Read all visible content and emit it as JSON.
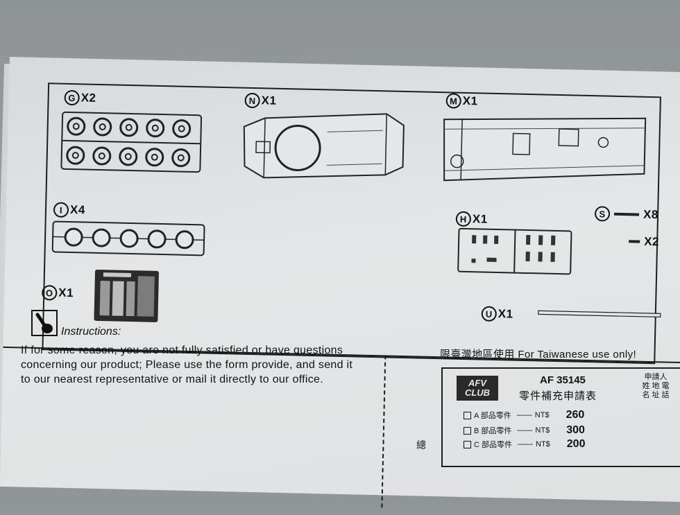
{
  "parts": {
    "g": {
      "letter": "G",
      "count": "X2"
    },
    "n": {
      "letter": "N",
      "count": "X1"
    },
    "m": {
      "letter": "M",
      "count": "X1"
    },
    "i": {
      "letter": "I",
      "count": "X4"
    },
    "h": {
      "letter": "H",
      "count": "X1"
    },
    "s": {
      "letter": "S",
      "count_a": "X8",
      "count_b": "X2"
    },
    "o": {
      "letter": "O",
      "count": "X1"
    },
    "u": {
      "letter": "U",
      "count": "X1"
    }
  },
  "instructions": {
    "title": "Instructions:",
    "body": "If for some reason, you are not fully satisfied or have questions concerning our product; Please use the form provide, and send it to our nearest representative or mail it directly to our office."
  },
  "form": {
    "region_note": "限臺灣地區使用 For Taiwanese use only!",
    "logo_line1": "AFV",
    "logo_line2": "CLUB",
    "product_code": "AF 35145",
    "title": "零件補充申請表",
    "applicant_header": "申請人",
    "applicant_fields": "姓 地 電\n名 址 話",
    "rows": [
      {
        "label": "A 部品零件",
        "currency": "NT$",
        "price": "260"
      },
      {
        "label": "B 部品零件",
        "currency": "NT$",
        "price": "300"
      },
      {
        "label": "C 部品零件",
        "currency": "NT$",
        "price": "200"
      }
    ],
    "side_char": "總"
  }
}
